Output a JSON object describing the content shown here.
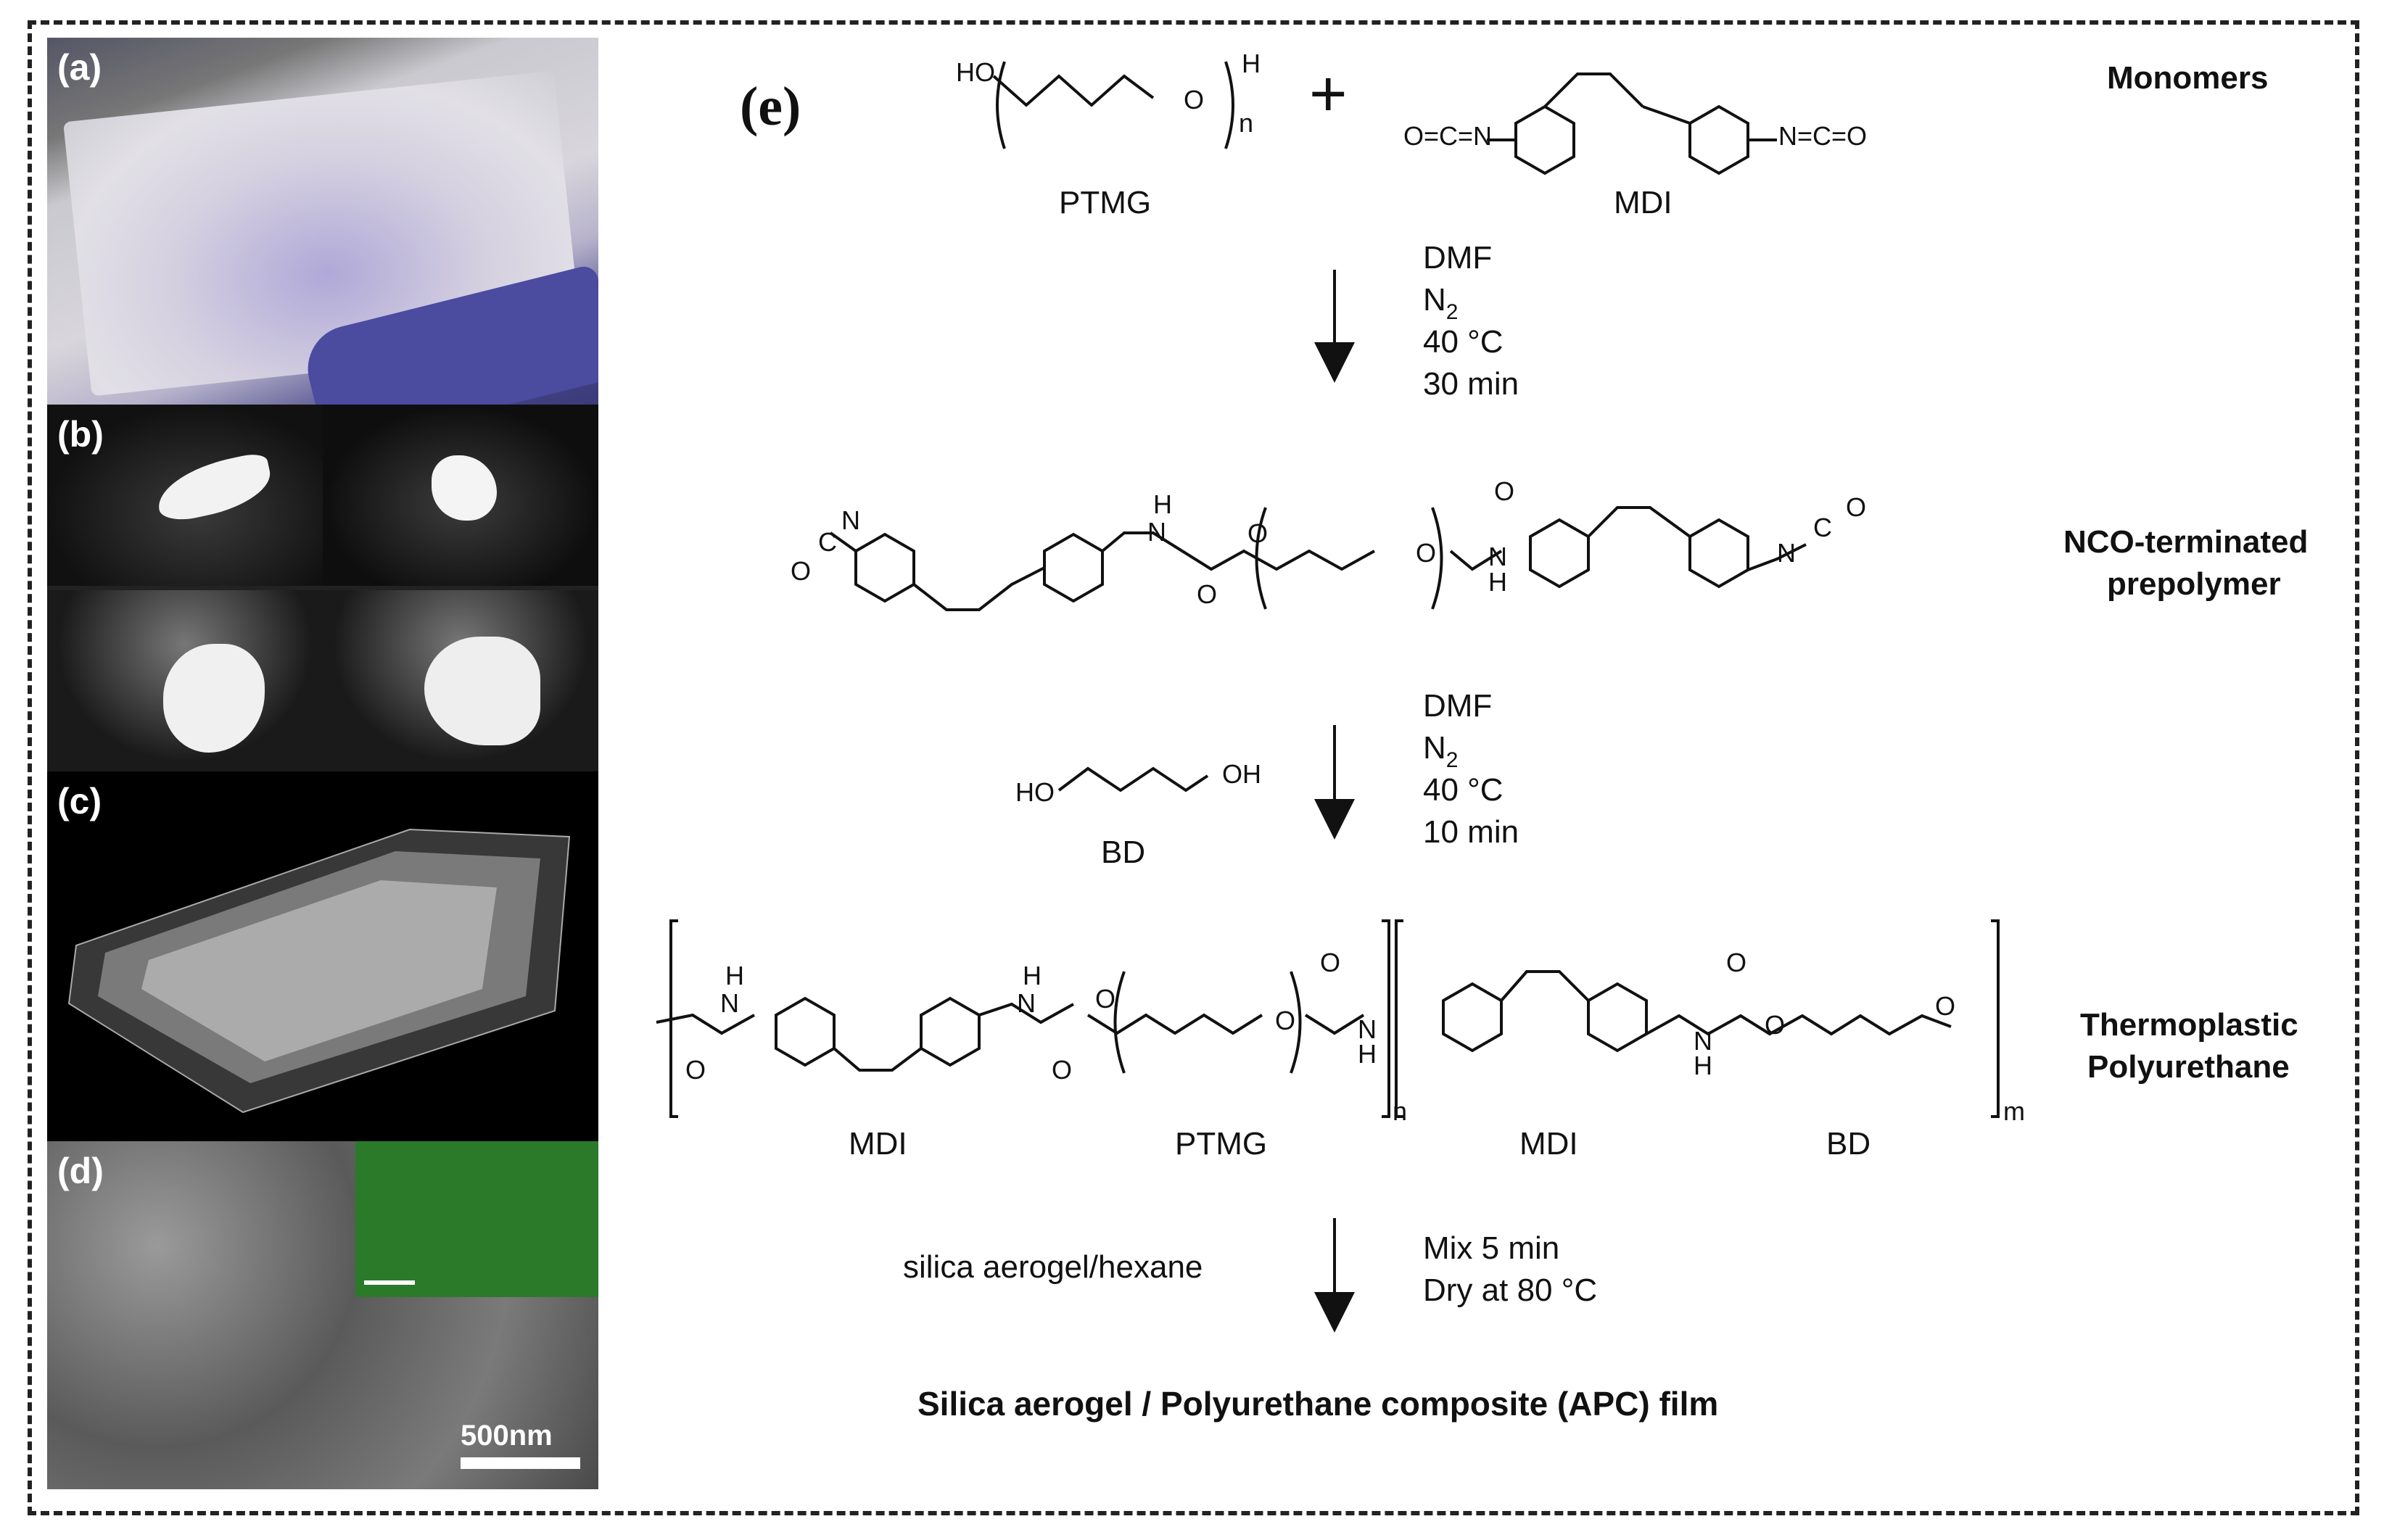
{
  "panels": {
    "a": "(a)",
    "b": "(b)",
    "c": "(c)",
    "d": "(d)",
    "e": "(e)",
    "scale_bar": "500nm"
  },
  "monomers": {
    "plus": "+",
    "ptmg_label": "PTMG",
    "mdi_label": "MDI",
    "section_label": "Monomers",
    "ptmg_ho": "HO",
    "ptmg_o": "O",
    "ptmg_h": "H",
    "ptmg_n": "n",
    "mdi_left_nco": "O=C=N",
    "mdi_right_nco": "N=C=O"
  },
  "step1": {
    "solvent": "DMF",
    "gas_main": "N",
    "gas_sub": "2",
    "temp": "40 °C",
    "time": "30 min"
  },
  "prepolymer": {
    "label_line1": "NCO-terminated",
    "label_line2": "prepolymer",
    "nh1": "H",
    "n1": "N",
    "o1": "O",
    "o2": "O",
    "o3": "O",
    "o4": "O",
    "n2": "N",
    "h2": "H",
    "left_n": "N",
    "left_c": "C",
    "left_o": "O",
    "right_n": "N",
    "right_c": "C",
    "right_o": "O"
  },
  "step2": {
    "solvent": "DMF",
    "gas_main": "N",
    "gas_sub": "2",
    "temp": "40 °C",
    "time": "10 min",
    "bd_label": "BD",
    "bd_ho": "HO",
    "bd_oh": "OH"
  },
  "tpu": {
    "label_line1": "Thermoplastic",
    "label_line2": "Polyurethane",
    "seg_mdi_1": "MDI",
    "seg_ptmg": "PTMG",
    "seg_mdi_2": "MDI",
    "seg_bd": "BD",
    "sub_n": "n",
    "sub_m": "m",
    "h_a": "H",
    "n_a": "N",
    "o_a": "O",
    "h_b": "H",
    "n_b": "N",
    "o_b": "O",
    "o_c": "O",
    "o_d": "O",
    "o_e": "O",
    "n_c": "N",
    "h_c": "H",
    "h_d": "H",
    "n_d": "N",
    "o_f": "O",
    "o_g": "O",
    "o_h": "O"
  },
  "step3": {
    "reagent": "silica aerogel/hexane",
    "mix": "Mix 5 min",
    "dry": "Dry at 80 °C"
  },
  "final_product": "Silica aerogel / Polyurethane composite (APC) film"
}
